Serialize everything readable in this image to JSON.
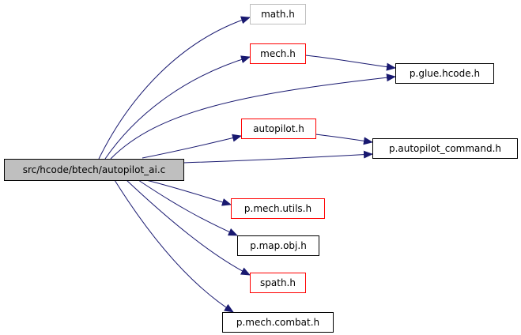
{
  "graph": {
    "colors": {
      "edge": "#191970",
      "node_border_default": "#000000",
      "node_border_undocumented": "#ff0000",
      "node_border_system": "#bfbfbf",
      "root_fill": "#bfbfbf"
    },
    "root": {
      "id": "root",
      "label": "src/hcode/btech/autopilot_ai.c"
    },
    "nodes": [
      {
        "id": "math",
        "label": "math.h",
        "border": "system"
      },
      {
        "id": "mech",
        "label": "mech.h",
        "border": "undocumented"
      },
      {
        "id": "glue",
        "label": "p.glue.hcode.h",
        "border": "default"
      },
      {
        "id": "autopilot",
        "label": "autopilot.h",
        "border": "undocumented"
      },
      {
        "id": "apcmd",
        "label": "p.autopilot_command.h",
        "border": "default"
      },
      {
        "id": "mechutils",
        "label": "p.mech.utils.h",
        "border": "undocumented"
      },
      {
        "id": "mapobj",
        "label": "p.map.obj.h",
        "border": "default"
      },
      {
        "id": "spath",
        "label": "spath.h",
        "border": "undocumented"
      },
      {
        "id": "combat",
        "label": "p.mech.combat.h",
        "border": "default"
      }
    ],
    "edges": [
      {
        "from": "root",
        "to": "math"
      },
      {
        "from": "root",
        "to": "mech"
      },
      {
        "from": "root",
        "to": "glue"
      },
      {
        "from": "root",
        "to": "autopilot"
      },
      {
        "from": "root",
        "to": "apcmd"
      },
      {
        "from": "root",
        "to": "mechutils"
      },
      {
        "from": "root",
        "to": "mapobj"
      },
      {
        "from": "root",
        "to": "spath"
      },
      {
        "from": "root",
        "to": "combat"
      },
      {
        "from": "mech",
        "to": "glue"
      },
      {
        "from": "autopilot",
        "to": "apcmd"
      }
    ]
  }
}
